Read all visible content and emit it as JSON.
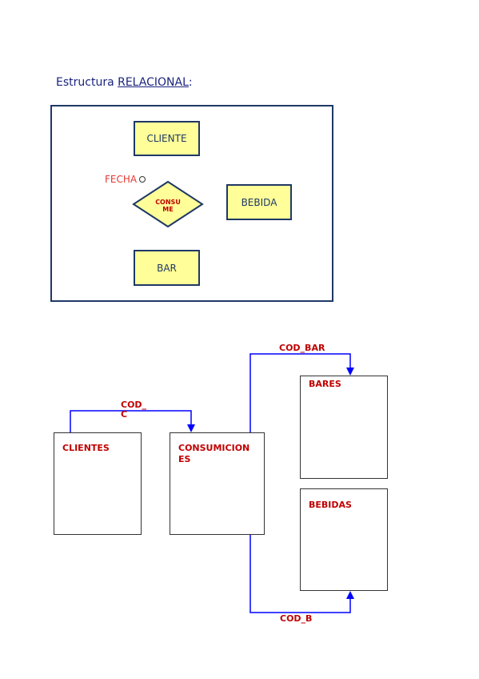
{
  "heading": {
    "prefix": "Estructura ",
    "underlined": "RELACIONAL",
    "suffix": ":"
  },
  "er": {
    "entities": {
      "cliente": "CLIENTE",
      "bebida": "BEBIDA",
      "bar": "BAR"
    },
    "relationship": {
      "line1": "CONSU",
      "line2": "ME"
    },
    "attribute": "FECHA"
  },
  "relational": {
    "tables": {
      "clientes": "CLIENTES",
      "consumiciones_line1": "CONSUMICION",
      "consumiciones_line2": "ES",
      "bares": "BARES",
      "bebidas": "BEBIDAS"
    },
    "links": {
      "cod_c_line1": "COD_",
      "cod_c_line2": "C",
      "cod_bar": "COD_BAR",
      "cod_b": "COD_B"
    }
  },
  "colors": {
    "entity_fill": "#fffe99",
    "frame": "#1f3864",
    "arrow": "#0000ff",
    "label_red": "#c00000"
  }
}
